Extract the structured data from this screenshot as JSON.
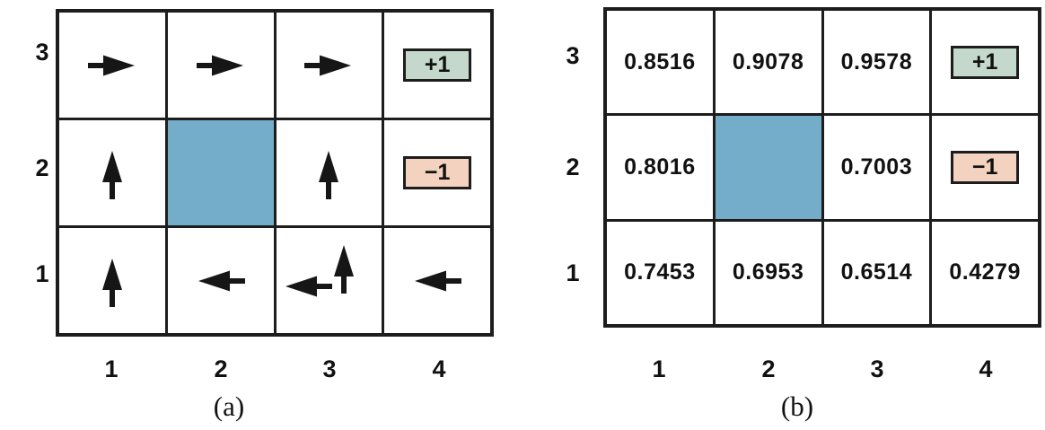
{
  "colors": {
    "wall_blue": "#74adc9",
    "terminal_green": "#c4d9cb",
    "terminal_pink": "#f3d3c0",
    "line": "#1d1d1d",
    "arrow": "#161616"
  },
  "figure_a": {
    "caption": "(a)",
    "row_labels": [
      "3",
      "2",
      "1"
    ],
    "col_labels": [
      "1",
      "2",
      "3",
      "4"
    ],
    "cells": [
      [
        {
          "type": "arrow",
          "dir": "right"
        },
        {
          "type": "arrow",
          "dir": "right"
        },
        {
          "type": "arrow",
          "dir": "right"
        },
        {
          "type": "terminal",
          "label": "+1",
          "color": "terminal_green"
        }
      ],
      [
        {
          "type": "arrow",
          "dir": "up"
        },
        {
          "type": "wall"
        },
        {
          "type": "arrow",
          "dir": "up"
        },
        {
          "type": "terminal",
          "label": "−1",
          "color": "terminal_pink"
        }
      ],
      [
        {
          "type": "arrow",
          "dir": "up"
        },
        {
          "type": "arrow",
          "dir": "left"
        },
        {
          "type": "arrows",
          "dirs": [
            "left",
            "up"
          ]
        },
        {
          "type": "arrow",
          "dir": "left"
        }
      ]
    ]
  },
  "figure_b": {
    "caption": "(b)",
    "row_labels": [
      "3",
      "2",
      "1"
    ],
    "col_labels": [
      "1",
      "2",
      "3",
      "4"
    ],
    "cells": [
      [
        {
          "type": "value",
          "text": "0.8516"
        },
        {
          "type": "value",
          "text": "0.9078"
        },
        {
          "type": "value",
          "text": "0.9578"
        },
        {
          "type": "terminal",
          "label": "+1",
          "color": "terminal_green"
        }
      ],
      [
        {
          "type": "value",
          "text": "0.8016"
        },
        {
          "type": "wall"
        },
        {
          "type": "value",
          "text": "0.7003"
        },
        {
          "type": "terminal",
          "label": "−1",
          "color": "terminal_pink"
        }
      ],
      [
        {
          "type": "value",
          "text": "0.7453"
        },
        {
          "type": "value",
          "text": "0.6953"
        },
        {
          "type": "value",
          "text": "0.6514"
        },
        {
          "type": "value",
          "text": "0.4279"
        }
      ]
    ]
  }
}
